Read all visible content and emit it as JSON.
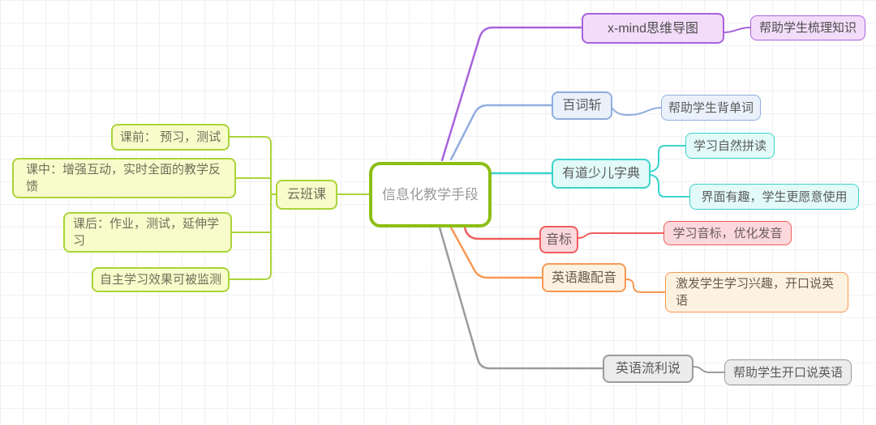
{
  "root": {
    "label": "信息化教学手段"
  },
  "left": {
    "topic": "云班课",
    "children": [
      "课前： 预习，测试",
      "课中：增强互动，实时全面的教学反馈",
      "课后：作业，测试，延伸学习",
      "自主学习效果可被监测"
    ]
  },
  "right": [
    {
      "topic": "x-mind思维导图",
      "children": [
        "帮助学生梳理知识"
      ],
      "color": "#a763dc"
    },
    {
      "topic": "百词斩",
      "children": [
        "帮助学生背单词"
      ],
      "color": "#90aede"
    },
    {
      "topic": "有道少儿字典",
      "children": [
        "学习自然拼读",
        "界面有趣，学生更愿意使用"
      ],
      "color": "#3bd3cb"
    },
    {
      "topic": "音标",
      "children": [
        "学习音标，优化发音"
      ],
      "color": "#ef5e5e"
    },
    {
      "topic": "英语趣配音",
      "children": [
        "激发学生学习兴趣，开口说英语"
      ],
      "color": "#f79853"
    },
    {
      "topic": "英语流利说",
      "children": [
        "帮助学生开口说英语"
      ],
      "color": "#9b9b9b"
    }
  ],
  "colors": {
    "root_border": "#8cbe14",
    "left_branch": "#aad438",
    "grid_line": "#f1f0f3",
    "canvas_bg": "#ffffff"
  }
}
